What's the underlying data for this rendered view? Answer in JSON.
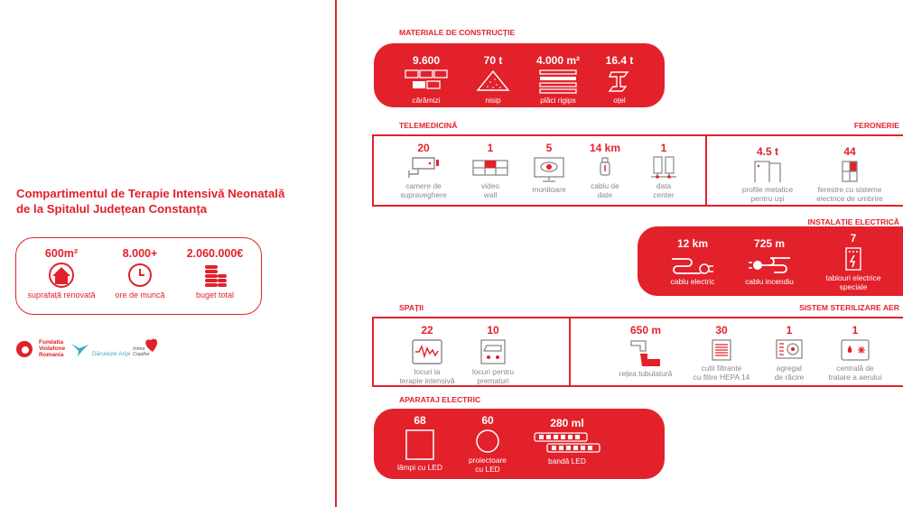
{
  "title": [
    "Compartimentul de Terapie Intensivă Neonatală",
    "de la Spitalul Județean Constanța"
  ],
  "summary": [
    {
      "value": "600m²",
      "label": "suprafață renovată",
      "icon": "house-icon"
    },
    {
      "value": "8.000+",
      "label": "ore de muncă",
      "icon": "clock-icon"
    },
    {
      "value": "2.060.000€",
      "label": "buget total",
      "icon": "coins-icon"
    }
  ],
  "logos": {
    "vodafone": "Fundatia Vodafone Romania",
    "daruieste": "Dăruiește Aripi",
    "inima": "Inima Copiilor"
  },
  "materiale": {
    "title": "MATERIALE DE CONSTRUCȚIE",
    "items": [
      {
        "value": "9.600",
        "label": "cărămizi"
      },
      {
        "value": "70 t",
        "label": "nisip"
      },
      {
        "value": "4.000 m²",
        "label": "plăci rigips"
      },
      {
        "value": "16.4 t",
        "label": "oțel"
      }
    ]
  },
  "telemedicina": {
    "title": "TELEMEDICINĂ",
    "items": [
      {
        "value": "20",
        "label1": "camere de",
        "label2": "supraveghere"
      },
      {
        "value": "1",
        "label1": "video",
        "label2": "wall"
      },
      {
        "value": "5",
        "label1": "monitoare",
        "label2": ""
      },
      {
        "value": "14 km",
        "label1": "cablu de",
        "label2": "date"
      },
      {
        "value": "1",
        "label1": "data",
        "label2": "center"
      }
    ]
  },
  "feronerie": {
    "title": "FERONERIE",
    "items": [
      {
        "value": "4.5 t",
        "label1": "profile metalice",
        "label2": "pentru uși"
      },
      {
        "value": "44",
        "label1": "ferestre cu sisteme",
        "label2": "electrice de umbrire"
      }
    ]
  },
  "instalatie": {
    "title": "INSTALAȚIE ELECTRICĂ",
    "items": [
      {
        "value": "12 km",
        "label1": "cablu electric",
        "label2": ""
      },
      {
        "value": "725 m",
        "label1": "cablu incendiu",
        "label2": ""
      },
      {
        "value": "7",
        "label1": "tablouri electrice",
        "label2": "speciale"
      }
    ]
  },
  "spatii": {
    "title": "SPAȚII",
    "items": [
      {
        "value": "22",
        "label1": "locuri la",
        "label2": "terapie intensivă"
      },
      {
        "value": "10",
        "label1": "locuri pentru",
        "label2": "prematuri"
      }
    ]
  },
  "sterilizare": {
    "title": "SISTEM STERILIZARE AER",
    "items": [
      {
        "value": "650 m",
        "label1": "rețea tubulatură",
        "label2": ""
      },
      {
        "value": "30",
        "label1": "cutii filtrante",
        "label2": "cu filtre HEPA 14"
      },
      {
        "value": "1",
        "label1": "agregat",
        "label2": "de răcire"
      },
      {
        "value": "1",
        "label1": "centrală de",
        "label2": "tratare a aerului"
      }
    ]
  },
  "aparataj": {
    "title": "APARATAJ ELECTRIC",
    "items": [
      {
        "value": "68",
        "label1": "lămpi cu LED",
        "label2": ""
      },
      {
        "value": "60",
        "label1": "proiectoare",
        "label2": "cu LED"
      },
      {
        "value": "280 ml",
        "label1": "bandă LED",
        "label2": ""
      }
    ]
  }
}
